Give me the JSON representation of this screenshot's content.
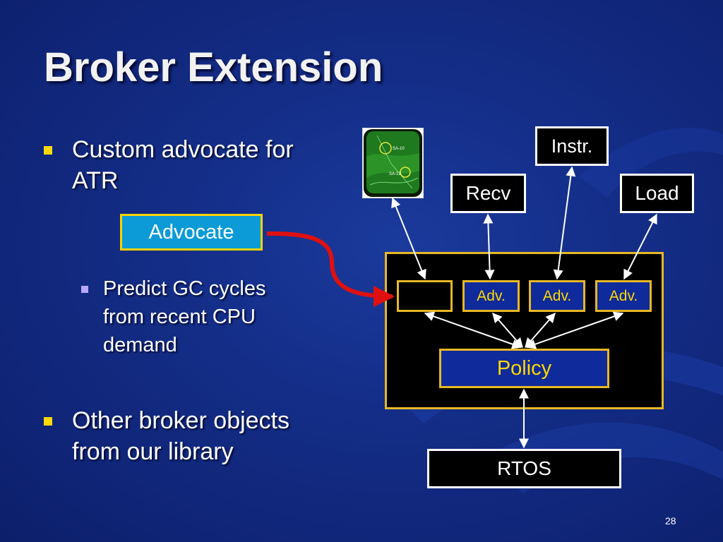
{
  "slide": {
    "title": "Broker Extension",
    "page_number": "28"
  },
  "bullets": [
    {
      "text_line1": "Custom advocate for",
      "text_line2": "ATR"
    },
    {
      "text_line1": "Other broker objects",
      "text_line2": "from our library"
    }
  ],
  "sub_bullet": {
    "line1": "Predict GC cycles",
    "line2": "from recent CPU",
    "line3": "demand"
  },
  "advocate_label": "Advocate",
  "diagram": {
    "instr": "Instr.",
    "recv": "Recv",
    "load": "Load",
    "adv1": "Adv.",
    "adv2": "Adv.",
    "adv3": "Adv.",
    "policy": "Policy",
    "rtos": "RTOS",
    "map_label_1": "SA-10",
    "map_label_2": "SA-12"
  },
  "colors": {
    "background": "#132c85",
    "accent_yellow": "#e8b824",
    "advocate_fill": "#0c9bd6",
    "connector_red": "#e01010"
  }
}
